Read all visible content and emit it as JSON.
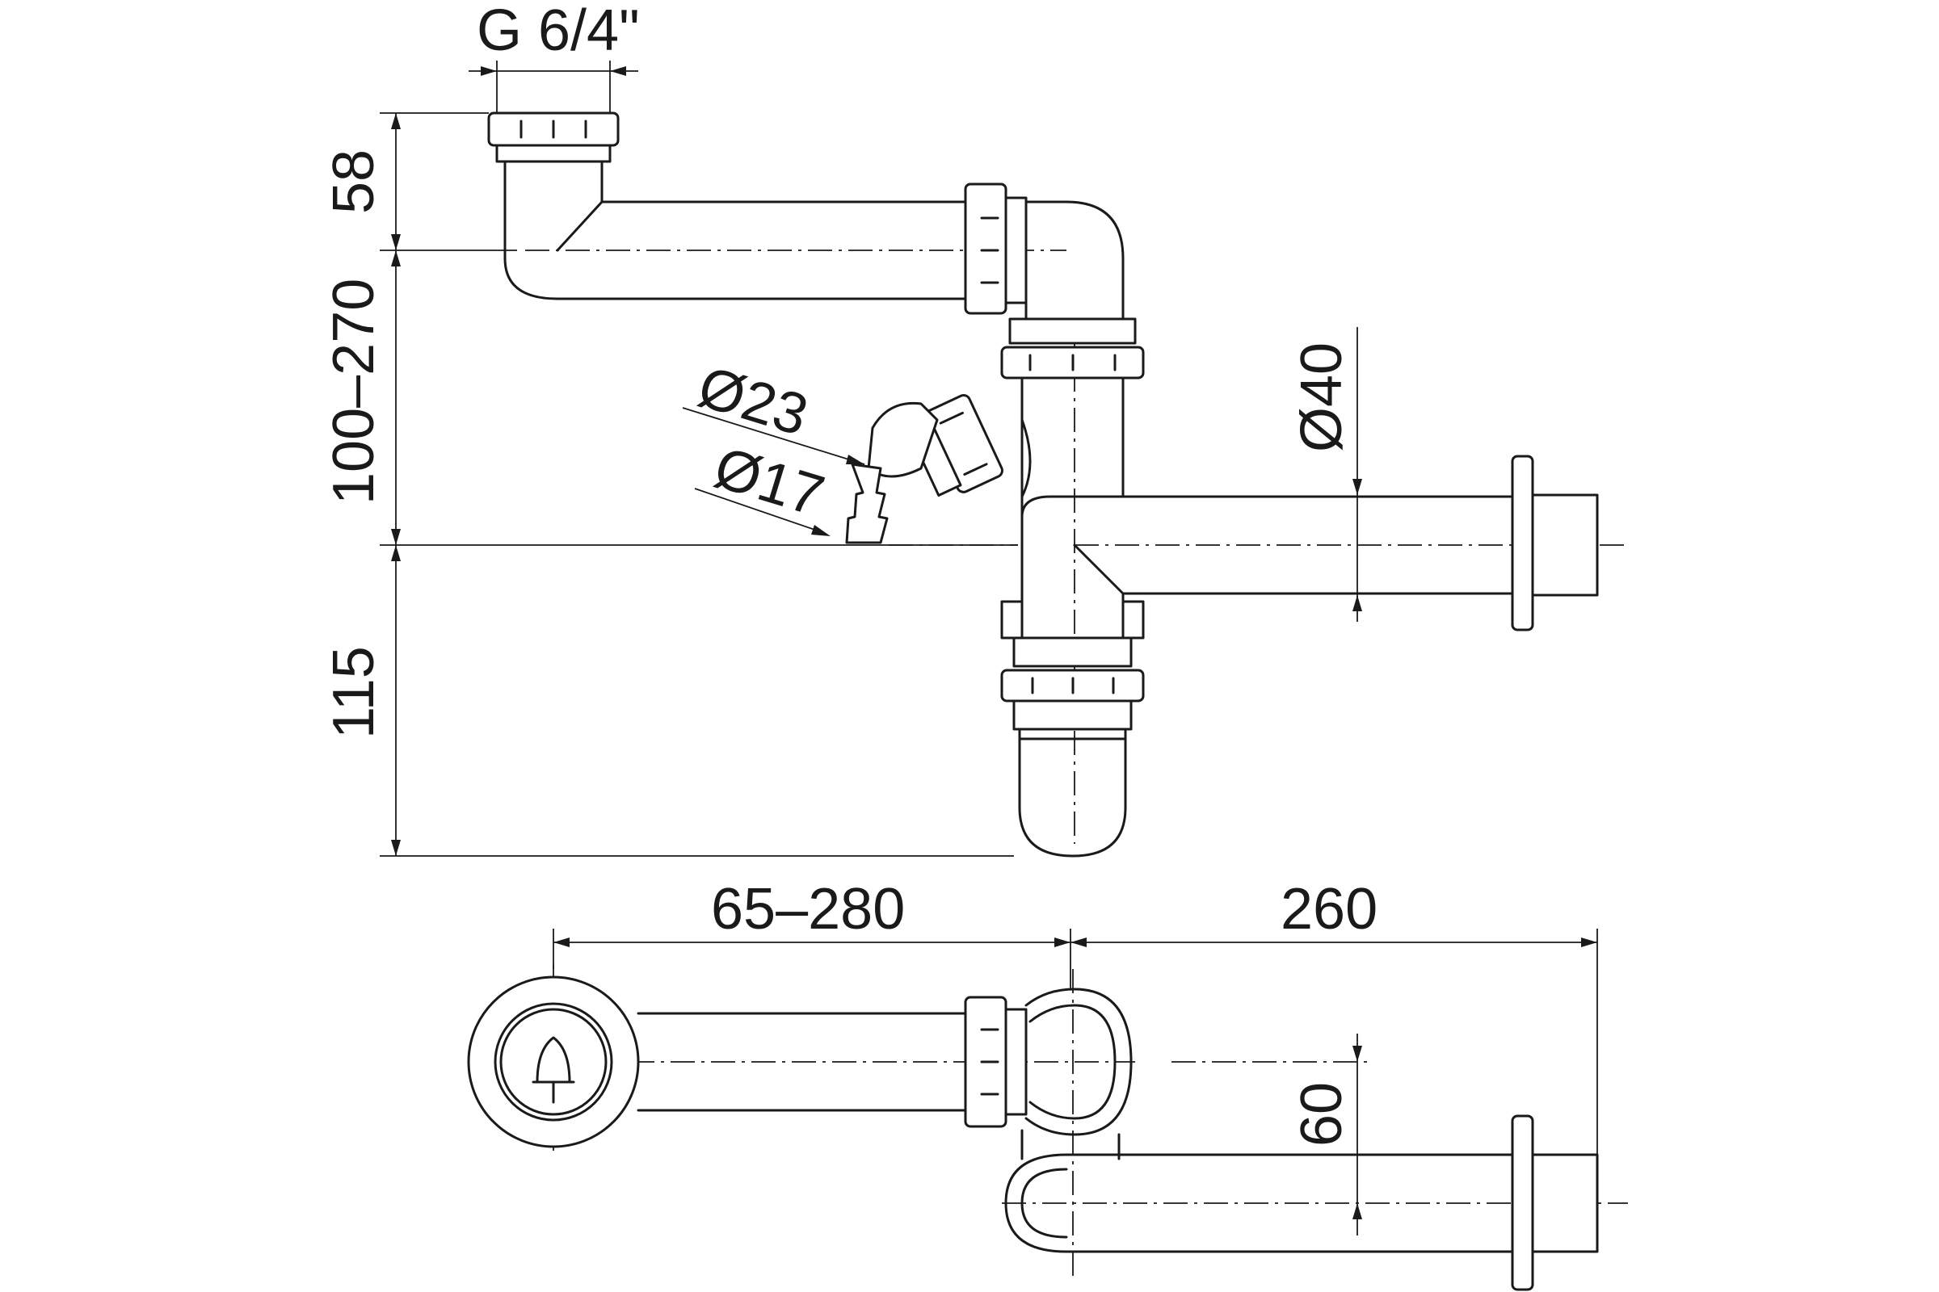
{
  "dimensions": {
    "thread": "G 6/4\"",
    "height_top": "58",
    "height_adjust": "100–270",
    "height_bottom": "115",
    "diam_hose_outer": "Ø23",
    "diam_hose_inner": "Ø17",
    "diam_outlet": "Ø40",
    "offset_horizontal": "65–280",
    "length_outlet": "260",
    "offset_vertical": "60"
  },
  "colors": {
    "line": "#1a1a1a",
    "background": "#ffffff"
  }
}
